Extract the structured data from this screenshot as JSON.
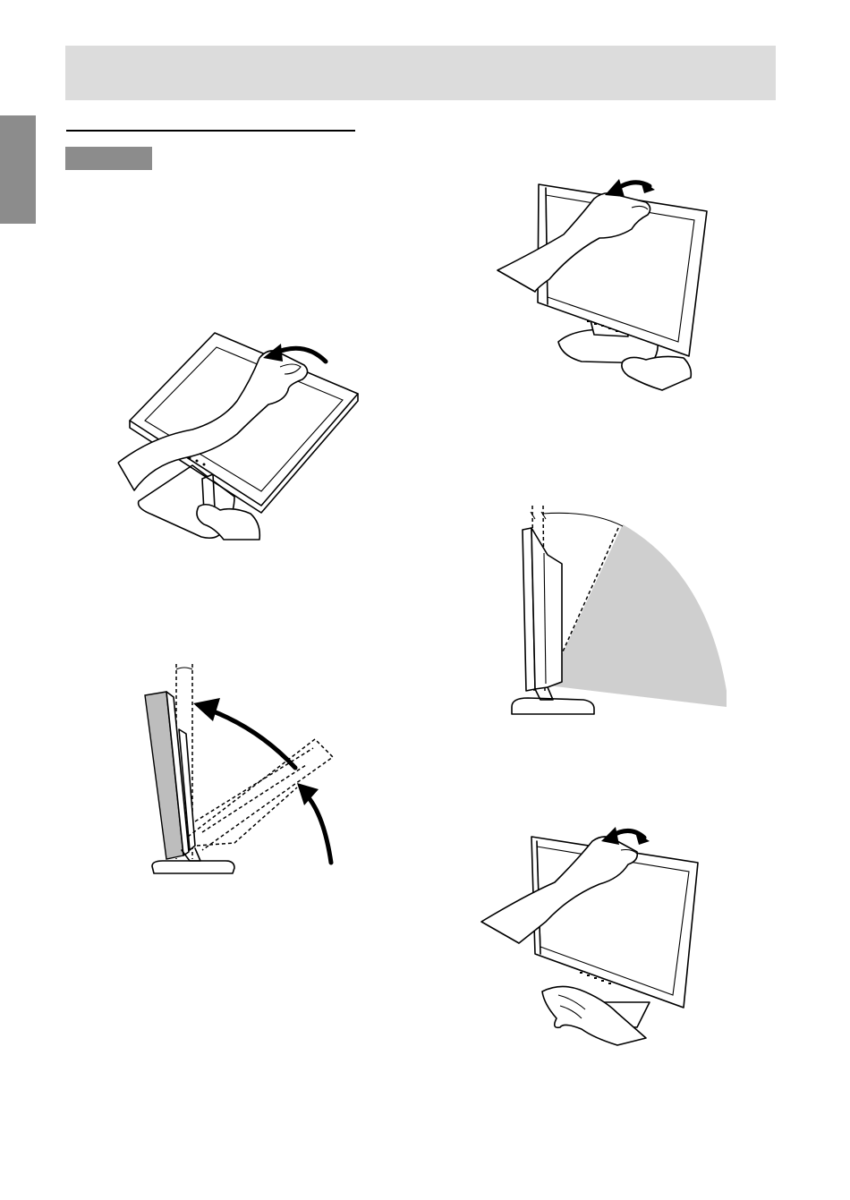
{
  "page": {
    "header": "",
    "section_label": ""
  },
  "figures": [
    {
      "id": "fig-1",
      "icon": "monitor-fold-illustration"
    },
    {
      "id": "fig-2",
      "icon": "monitor-side-raise-illustration"
    },
    {
      "id": "fig-3",
      "icon": "monitor-top-adjust-illustration"
    },
    {
      "id": "fig-4",
      "icon": "monitor-tilt-range-illustration"
    },
    {
      "id": "fig-5",
      "icon": "monitor-two-hand-adjust-illustration"
    }
  ],
  "colors": {
    "header_bar": "#dcdcdc",
    "side_tab": "#8c8c8c",
    "label_box": "#8c8c8c",
    "tilt_range": "#cfcfcf"
  }
}
